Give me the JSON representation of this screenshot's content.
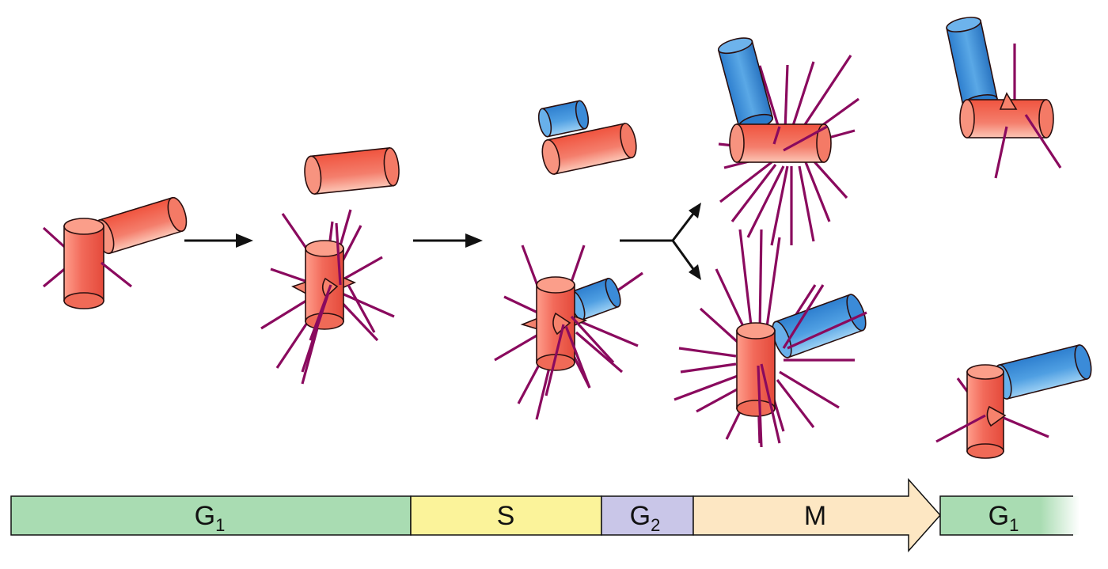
{
  "colors": {
    "mother_centriole": "#f26a5a",
    "daughter_centriole": "#3a8ed6",
    "microtubules": "#8a0a5e",
    "arrows": "#111111",
    "phase_g1": "#a9dcb2",
    "phase_s": "#fbf39a",
    "phase_g2": "#c9c6e8",
    "phase_m": "#fde7c3"
  },
  "timeline": {
    "g1": {
      "letter": "G",
      "subscript": "1"
    },
    "s": {
      "letter": "S",
      "subscript": ""
    },
    "g2": {
      "letter": "G",
      "subscript": "2"
    },
    "m": {
      "letter": "M",
      "subscript": ""
    },
    "g1_next": {
      "letter": "G",
      "subscript": "1"
    }
  },
  "icons": {
    "stage_arrow_1": "right-arrow-icon",
    "stage_arrow_2": "right-arrow-icon",
    "split_arrow": "branching-arrow-icon"
  }
}
